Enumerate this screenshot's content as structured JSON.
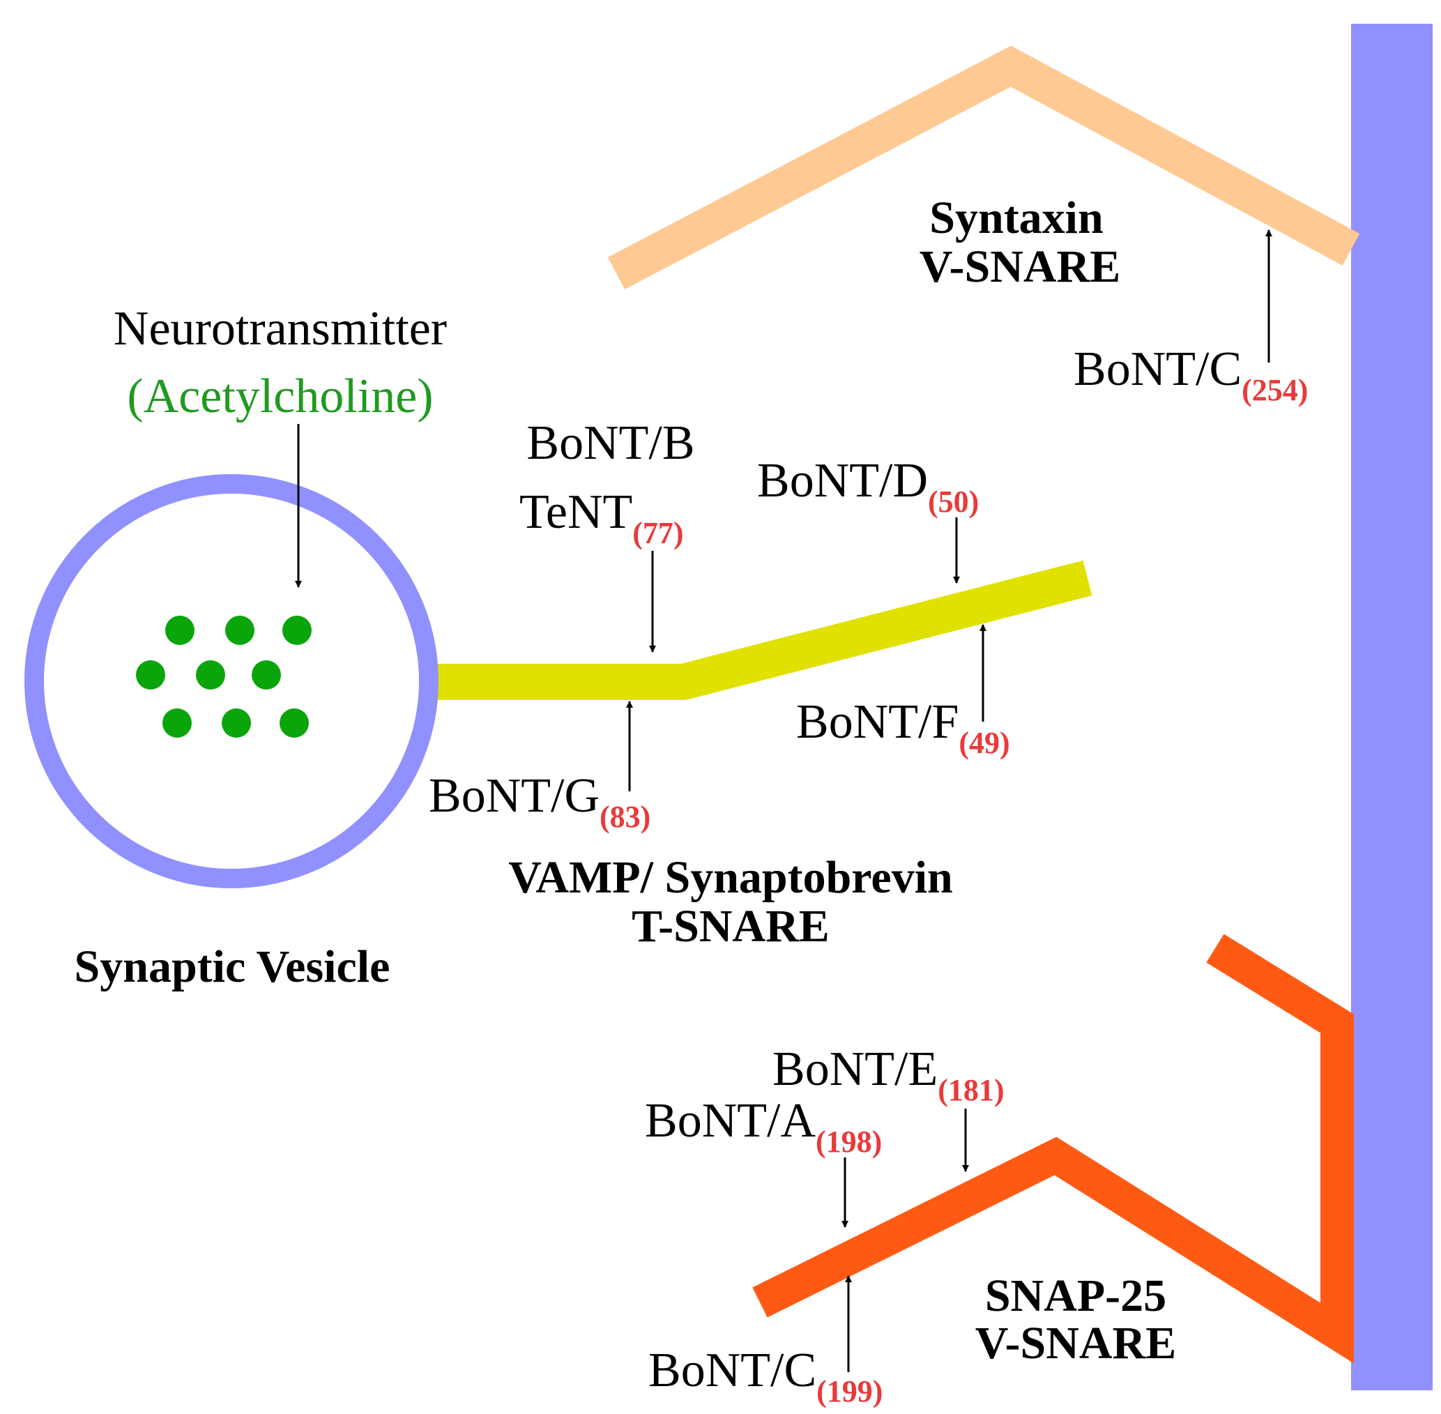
{
  "colors": {
    "vesicle": "#9090ff",
    "membrane": "#9090ff",
    "vamp": "#e1e100",
    "syntaxin": "#ffc994",
    "snap25": "#ff5a14",
    "dots": "#0aa50a",
    "site_number": "#e83a3a",
    "green_text": "#1f9a1f"
  },
  "neurotransmitter": {
    "label": "Neurotransmitter",
    "sublabel": "(Acetylcholine)"
  },
  "vesicle": {
    "label": "Synaptic Vesicle"
  },
  "vamp": {
    "name": "VAMP/ Synaptobrevin",
    "type": "T-SNARE"
  },
  "syntaxin": {
    "name": "Syntaxin",
    "type": "V-SNARE"
  },
  "snap25": {
    "name": "SNAP-25",
    "type": "V-SNARE"
  },
  "cleavage_sites": {
    "bont_b": {
      "toxin": "BoNT/B"
    },
    "tent": {
      "toxin": "TeNT",
      "site": "(77)"
    },
    "bont_d": {
      "toxin": "BoNT/D",
      "site": "(50)"
    },
    "bont_f": {
      "toxin": "BoNT/F",
      "site": "(49)"
    },
    "bont_g": {
      "toxin": "BoNT/G",
      "site": "(83)"
    },
    "bont_c_syntaxin": {
      "toxin": "BoNT/C",
      "site": "(254)"
    },
    "bont_e": {
      "toxin": "BoNT/E",
      "site": "(181)"
    },
    "bont_a": {
      "toxin": "BoNT/A",
      "site": "(198)"
    },
    "bont_c_snap25": {
      "toxin": "BoNT/C",
      "site": "(199)"
    }
  }
}
